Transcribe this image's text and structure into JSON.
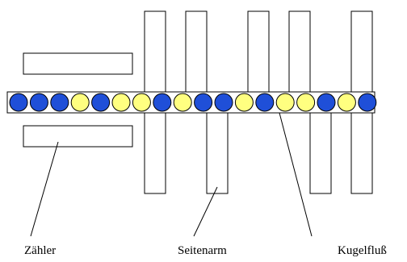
{
  "labels": {
    "counter": "Zähler",
    "side_arm": "Seitenarm",
    "ball_flow": "Kugelfluß"
  },
  "colors": {
    "blue_ball": "#1f4fd8",
    "yellow_ball": "#ffff80",
    "outline": "#000000"
  },
  "ball_sequence": [
    "blue",
    "blue",
    "blue",
    "yellow",
    "blue",
    "yellow",
    "yellow",
    "blue",
    "yellow",
    "blue",
    "blue",
    "yellow",
    "blue",
    "yellow",
    "yellow",
    "blue",
    "yellow",
    "blue"
  ]
}
